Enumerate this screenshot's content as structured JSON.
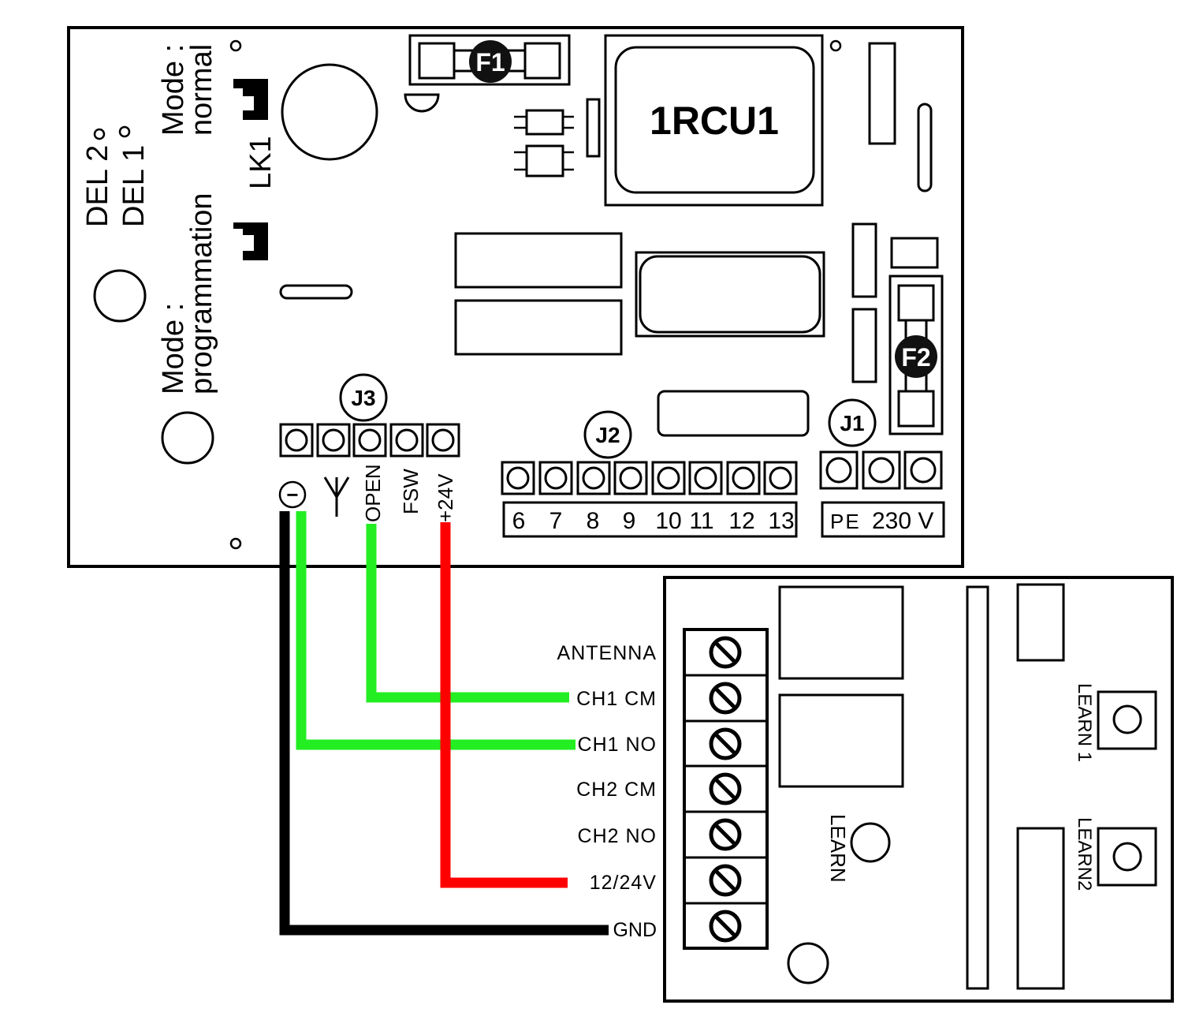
{
  "main_board": {
    "component_label": "1RCU1",
    "fuse_f1": "F1",
    "fuse_f2": "F2",
    "mode_normal_line1": "Mode :",
    "mode_normal_line2": "normal",
    "mode_prog_line1": "Mode :",
    "mode_prog_line2": "programmation",
    "led_del2": "DEL 2",
    "led_del1": "DEL 1",
    "jumper_lk1": "LK1",
    "connector_j1": "J1",
    "connector_j2": "J2",
    "connector_j3": "J3",
    "j3_pins": [
      "−",
      "Ψ",
      "OPEN",
      "FSW",
      "+24V"
    ],
    "j2_pins": [
      "6",
      "7",
      "8",
      "9",
      "10",
      "11",
      "12",
      "13"
    ],
    "j1_pe": "PE",
    "j1_voltage": "230 V"
  },
  "receiver": {
    "terminals": [
      "ANTENNA",
      "CH1 CM",
      "CH1 NO",
      "CH2 CM",
      "CH2 NO",
      "12/24V",
      "GND"
    ],
    "learn": "LEARN",
    "learn1": "LEARN 1",
    "learn2": "LEARN2"
  },
  "wire_colors": {
    "green": "#22ee22",
    "red": "#ff0000",
    "black": "#000000"
  }
}
